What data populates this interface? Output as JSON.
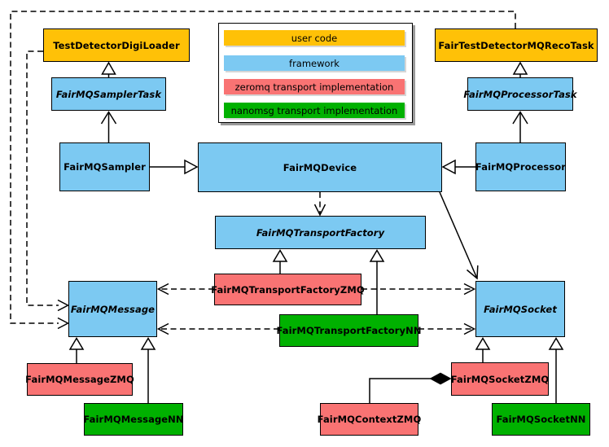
{
  "legend": {
    "items": [
      {
        "label": "user code",
        "color": "#FFC107"
      },
      {
        "label": "framework",
        "color": "#7CC9F2"
      },
      {
        "label": "zeromq transport implementation",
        "color": "#F97373"
      },
      {
        "label": "nanomsg transport implementation",
        "color": "#00B100"
      }
    ]
  },
  "nodes": {
    "digi_loader": {
      "label": "TestDetectorDigiLoader",
      "category": "user code",
      "color": "#FFC107",
      "abstract": false
    },
    "reco_task": {
      "label": "FairTestDetectorMQRecoTask",
      "category": "user code",
      "color": "#FFC107",
      "abstract": false
    },
    "sampler_task": {
      "label": "FairMQSamplerTask",
      "category": "framework",
      "color": "#7CC9F2",
      "abstract": true
    },
    "processor_task": {
      "label": "FairMQProcessorTask",
      "category": "framework",
      "color": "#7CC9F2",
      "abstract": true
    },
    "sampler": {
      "label": "FairMQSampler",
      "category": "framework",
      "color": "#7CC9F2",
      "abstract": false
    },
    "device": {
      "label": "FairMQDevice",
      "category": "framework",
      "color": "#7CC9F2",
      "abstract": false
    },
    "processor": {
      "label": "FairMQProcessor",
      "category": "framework",
      "color": "#7CC9F2",
      "abstract": false
    },
    "transport_factory": {
      "label": "FairMQTransportFactory",
      "category": "framework",
      "color": "#7CC9F2",
      "abstract": true
    },
    "transport_factory_zmq": {
      "label": "FairMQTransportFactoryZMQ",
      "category": "zeromq transport implementation",
      "color": "#F97373",
      "abstract": false
    },
    "transport_factory_nn": {
      "label": "FairMQTransportFactoryNN",
      "category": "nanomsg transport implementation",
      "color": "#00B100",
      "abstract": false
    },
    "message": {
      "label": "FairMQMessage",
      "category": "framework",
      "color": "#7CC9F2",
      "abstract": true
    },
    "socket": {
      "label": "FairMQSocket",
      "category": "framework",
      "color": "#7CC9F2",
      "abstract": true
    },
    "message_zmq": {
      "label": "FairMQMessageZMQ",
      "category": "zeromq transport implementation",
      "color": "#F97373",
      "abstract": false
    },
    "message_nn": {
      "label": "FairMQMessageNN",
      "category": "nanomsg transport implementation",
      "color": "#00B100",
      "abstract": false
    },
    "socket_zmq": {
      "label": "FairMQSocketZMQ",
      "category": "zeromq transport implementation",
      "color": "#F97373",
      "abstract": false
    },
    "context_zmq": {
      "label": "FairMQContextZMQ",
      "category": "zeromq transport implementation",
      "color": "#F97373",
      "abstract": false
    },
    "socket_nn": {
      "label": "FairMQSocketNN",
      "category": "nanomsg transport implementation",
      "color": "#00B100",
      "abstract": false
    }
  },
  "edges": [
    {
      "from": "FairMQSamplerTask",
      "to": "TestDetectorDigiLoader",
      "relation": "generalization",
      "marker": "hollow-triangle",
      "line": "solid"
    },
    {
      "from": "FairMQSampler",
      "to": "FairMQSamplerTask",
      "relation": "association",
      "marker": "open-arrow",
      "line": "solid"
    },
    {
      "from": "FairMQProcessorTask",
      "to": "FairTestDetectorMQRecoTask",
      "relation": "generalization",
      "marker": "hollow-triangle",
      "line": "solid"
    },
    {
      "from": "FairMQProcessor",
      "to": "FairMQProcessorTask",
      "relation": "association",
      "marker": "open-arrow",
      "line": "solid"
    },
    {
      "from": "FairMQSampler",
      "to": "FairMQDevice",
      "relation": "generalization",
      "marker": "hollow-triangle",
      "line": "solid"
    },
    {
      "from": "FairMQProcessor",
      "to": "FairMQDevice",
      "relation": "generalization",
      "marker": "hollow-triangle",
      "line": "solid"
    },
    {
      "from": "FairMQDevice",
      "to": "FairMQTransportFactory",
      "relation": "dependency",
      "marker": "open-arrow",
      "line": "dashed"
    },
    {
      "from": "FairMQDevice",
      "to": "FairMQSocket",
      "relation": "association",
      "marker": "open-arrow",
      "line": "solid"
    },
    {
      "from": "FairMQTransportFactoryZMQ",
      "to": "FairMQTransportFactory",
      "relation": "generalization",
      "marker": "hollow-triangle",
      "line": "solid"
    },
    {
      "from": "FairMQTransportFactoryNN",
      "to": "FairMQTransportFactory",
      "relation": "generalization",
      "marker": "hollow-triangle",
      "line": "solid"
    },
    {
      "from": "FairMQTransportFactoryZMQ",
      "to": "FairMQMessage",
      "relation": "dependency",
      "marker": "open-arrow",
      "line": "dashed"
    },
    {
      "from": "FairMQTransportFactoryZMQ",
      "to": "FairMQSocket",
      "relation": "dependency",
      "marker": "open-arrow",
      "line": "dashed"
    },
    {
      "from": "FairMQTransportFactoryNN",
      "to": "FairMQMessage",
      "relation": "dependency",
      "marker": "open-arrow",
      "line": "dashed"
    },
    {
      "from": "FairMQTransportFactoryNN",
      "to": "FairMQSocket",
      "relation": "dependency",
      "marker": "open-arrow",
      "line": "dashed"
    },
    {
      "from": "FairMQMessageZMQ",
      "to": "FairMQMessage",
      "relation": "generalization",
      "marker": "hollow-triangle",
      "line": "solid"
    },
    {
      "from": "FairMQMessageNN",
      "to": "FairMQMessage",
      "relation": "generalization",
      "marker": "hollow-triangle",
      "line": "solid"
    },
    {
      "from": "FairMQSocketZMQ",
      "to": "FairMQSocket",
      "relation": "generalization",
      "marker": "hollow-triangle",
      "line": "solid"
    },
    {
      "from": "FairMQSocketNN",
      "to": "FairMQSocket",
      "relation": "generalization",
      "marker": "hollow-triangle",
      "line": "solid"
    },
    {
      "from": "FairMQContextZMQ",
      "to": "FairMQSocketZMQ",
      "relation": "composition",
      "marker": "filled-diamond",
      "line": "solid"
    },
    {
      "from": "FairTestDetectorMQRecoTask",
      "to": "FairMQMessage",
      "relation": "dependency",
      "marker": "open-arrow",
      "line": "dashed"
    },
    {
      "from": "TestDetectorDigiLoader",
      "to": "FairMQMessage",
      "relation": "dependency",
      "marker": "open-arrow",
      "line": "dashed"
    }
  ]
}
